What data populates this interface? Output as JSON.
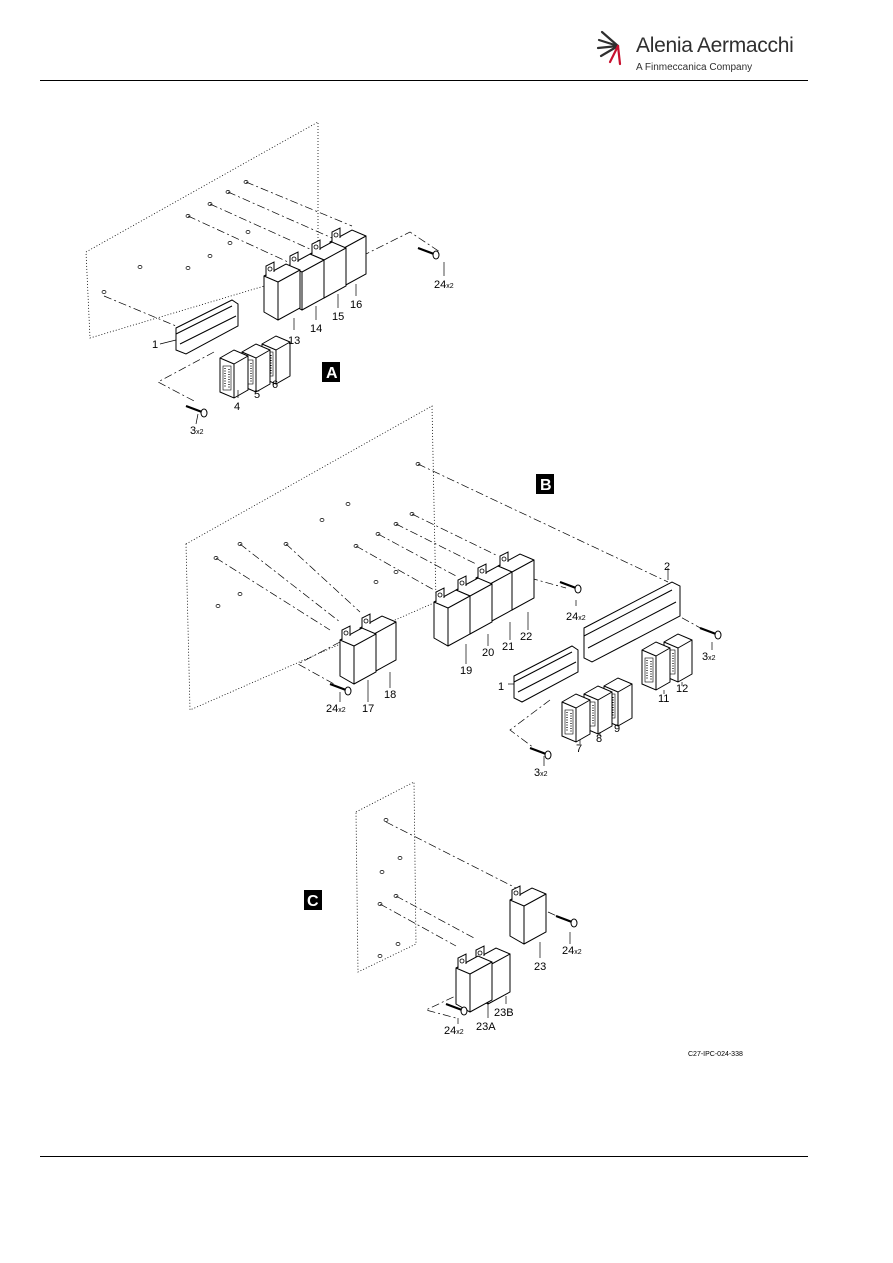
{
  "header": {
    "company_name": "Alenia Aermacchi",
    "company_tagline": "A Finmeccanica Company"
  },
  "figure_ref": "C27-IPC-024-338",
  "views": [
    {
      "tag": "A",
      "callouts": [
        "1",
        "4",
        "5",
        "6",
        "13",
        "14",
        "15",
        "16"
      ],
      "qty_callouts": [
        {
          "item": "24",
          "qty": "x2"
        },
        {
          "item": "3",
          "qty": "x2"
        }
      ]
    },
    {
      "tag": "B",
      "callouts": [
        "2",
        "1",
        "7",
        "8",
        "9",
        "11",
        "12",
        "17",
        "18",
        "19",
        "20",
        "21",
        "22"
      ],
      "qty_callouts": [
        {
          "item": "24",
          "qty": "x2"
        },
        {
          "item": "24",
          "qty": "x2"
        },
        {
          "item": "3",
          "qty": "x2"
        },
        {
          "item": "3",
          "qty": "x2"
        }
      ]
    },
    {
      "tag": "C",
      "callouts": [
        "23",
        "23A",
        "23B"
      ],
      "qty_callouts": [
        {
          "item": "24",
          "qty": "x2"
        },
        {
          "item": "24",
          "qty": "x2"
        }
      ]
    }
  ],
  "colors": {
    "ink": "#000000",
    "logo_red": "#c8102e",
    "logo_grey": "#2f2f2f"
  },
  "icons": [
    "alenia-aermacchi-logo-mark"
  ]
}
